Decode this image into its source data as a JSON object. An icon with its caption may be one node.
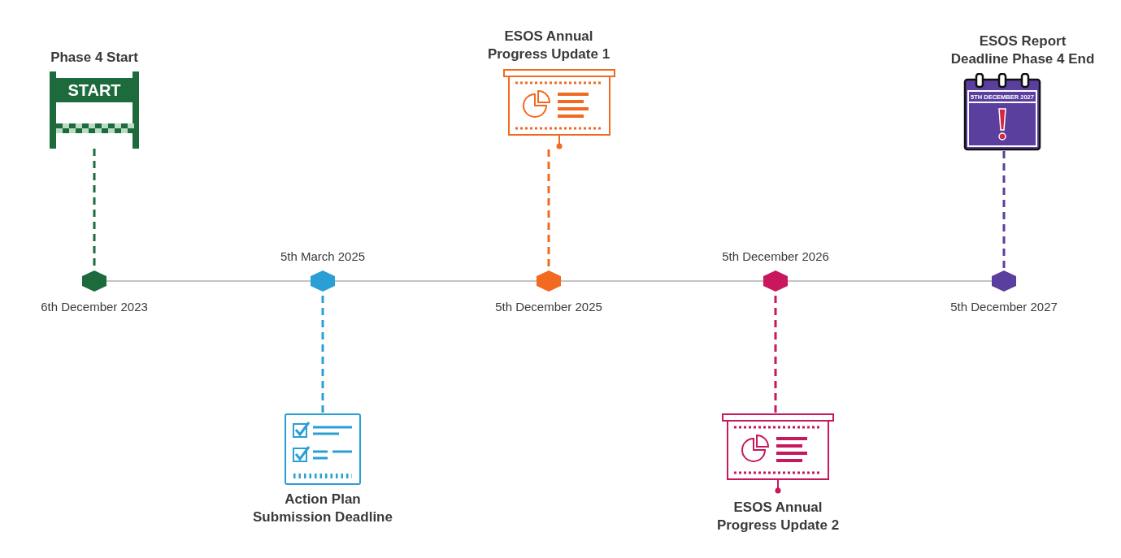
{
  "diagram": {
    "nodes": [
      {
        "text": [
          "Phase 4 Start",
          "START"
        ]
      },
      {
        "text": [],
        "shape": "hexagon",
        "beside": [
          "6th December 2023"
        ]
      },
      {
        "text": [],
        "shape": "hexagon",
        "beside": [
          "5th March 2025"
        ]
      },
      {
        "text": [
          "Action Plan Submission Deadline"
        ]
      },
      {
        "text": [
          "ESOS Annual Progress Update 1"
        ]
      },
      {
        "text": [],
        "shape": "hexagon",
        "beside": [
          "5th December 2025"
        ]
      },
      {
        "text": [],
        "shape": "hexagon",
        "beside": [
          "5th December 2026"
        ]
      },
      {
        "text": [
          "ESOS Annual Progress Update 2"
        ]
      },
      {
        "text": [
          "ESOS Report Deadline Phase 4 End",
          "5TH DECEMBER 2027"
        ]
      },
      {
        "text": [],
        "shape": "hexagon",
        "beside": [
          "5th December 2027"
        ]
      }
    ],
    "edges": [
      {
        "from": 1,
        "to": 2,
        "arrow": "none"
      },
      {
        "from": 2,
        "to": 5,
        "arrow": "none"
      },
      {
        "from": 5,
        "to": 6,
        "arrow": "none"
      },
      {
        "from": 6,
        "to": 9,
        "arrow": "none"
      },
      {
        "from": 0,
        "to": 1,
        "arrow": "none",
        "style": "dashed",
        "color": "#1d6b3c"
      },
      {
        "from": 3,
        "to": 2,
        "arrow": "none",
        "style": "dashed",
        "color": "#2a9fd6"
      },
      {
        "from": 4,
        "to": 5,
        "arrow": "none",
        "style": "dashed",
        "color": "#f26a21"
      },
      {
        "from": 7,
        "to": 6,
        "arrow": "none",
        "style": "dashed",
        "color": "#c8175d"
      },
      {
        "from": 8,
        "to": 9,
        "arrow": "none",
        "style": "dashed",
        "color": "#5b3f9e"
      }
    ]
  }
}
